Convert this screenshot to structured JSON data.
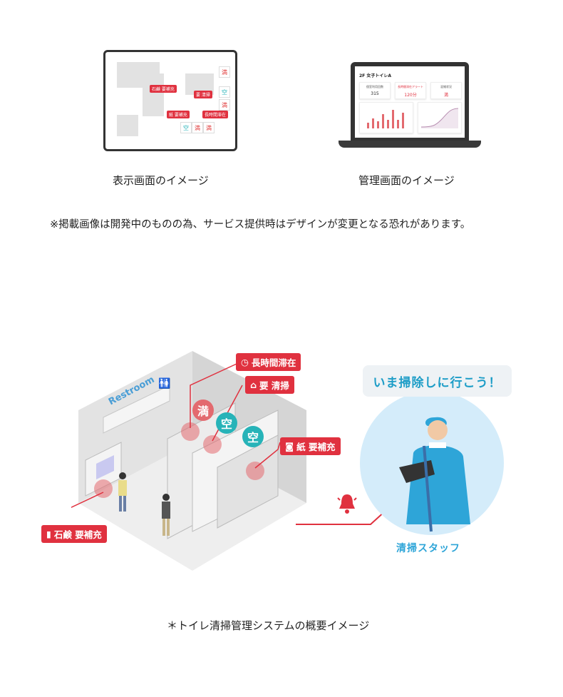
{
  "tablet": {
    "stalls": [
      "満",
      "空",
      "満",
      "空",
      "満",
      "満"
    ],
    "tags": {
      "soap": "石鹸 要補充",
      "cleaning": "要 清掃",
      "paper": "紙 要補充",
      "long_stay": "長時間滞在"
    }
  },
  "laptop": {
    "title": "2F 女子トイレA",
    "stats": [
      {
        "label": "個室利用回数",
        "value": "315"
      },
      {
        "label": "長時間滞在アラート",
        "value": "120分"
      },
      {
        "label": "混雑状況",
        "value": "満"
      }
    ]
  },
  "captions": {
    "display": "表示画面のイメージ",
    "admin": "管理画面のイメージ",
    "note": "※掲載画像は開発中のものの為、サービス提供時はデザインが変更となる恐れがあります。"
  },
  "illustration": {
    "room_sign": "Restroom",
    "labels": {
      "long_stay": "長時間滞在",
      "cleaning": "要 清掃",
      "paper": "紙 要補充",
      "soap": "石鹸 要補充"
    },
    "pins": {
      "full": "満",
      "empty1": "空",
      "empty2": "空"
    },
    "bubble": "いま掃除しに行こう！",
    "staff_label": "清掃スタッフ",
    "caption": "＊トイレ清掃管理システムの概要イメージ"
  },
  "colors": {
    "alert_red": "#e0313f",
    "teal": "#27b3b8",
    "staff_blue": "#2ea5d8",
    "full_red": "#e36a6f"
  }
}
